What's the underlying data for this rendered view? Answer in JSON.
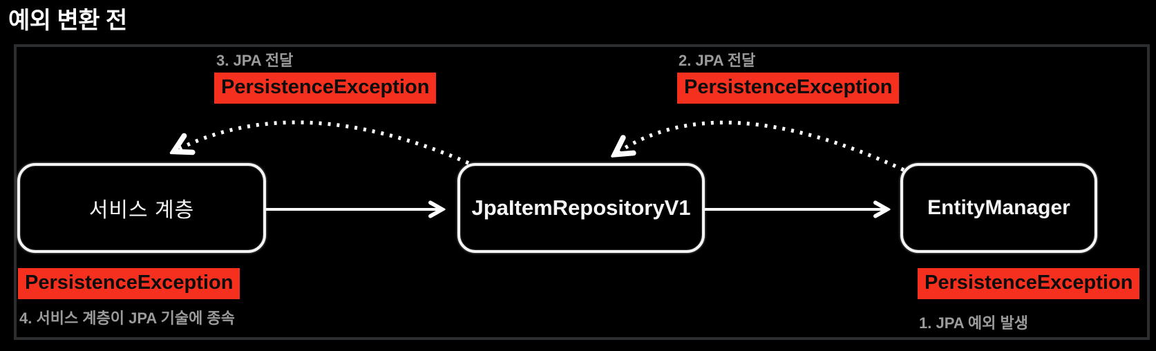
{
  "title": "예외 변환 전",
  "colors": {
    "background": "#000000",
    "exception_red": "#f5301e",
    "step_gray": "#9b9b9b",
    "frame_border": "#2d2e30",
    "node_stroke": "#f5f5f5"
  },
  "diagram": {
    "boxes": {
      "service": {
        "label": "서비스 계층"
      },
      "repository": {
        "label": "JpaItemRepositoryV1"
      },
      "entity_manager": {
        "label": "EntityManager"
      }
    },
    "exceptions": {
      "top_left": "PersistenceException",
      "top_right": "PersistenceException",
      "bottom_left": "PersistenceException",
      "bottom_right": "PersistenceException"
    },
    "steps": {
      "step1": "1. JPA 예외 발생",
      "step2": "2. JPA 전달",
      "step3": "3. JPA 전달",
      "step4": "4. 서비스 계층이 JPA 기술에 종속"
    },
    "flows": [
      {
        "from": "service",
        "to": "repository",
        "style": "solid"
      },
      {
        "from": "repository",
        "to": "entity_manager",
        "style": "solid"
      },
      {
        "from": "repository",
        "to": "service",
        "style": "dotted-arc"
      },
      {
        "from": "entity_manager",
        "to": "repository",
        "style": "dotted-arc"
      }
    ]
  }
}
